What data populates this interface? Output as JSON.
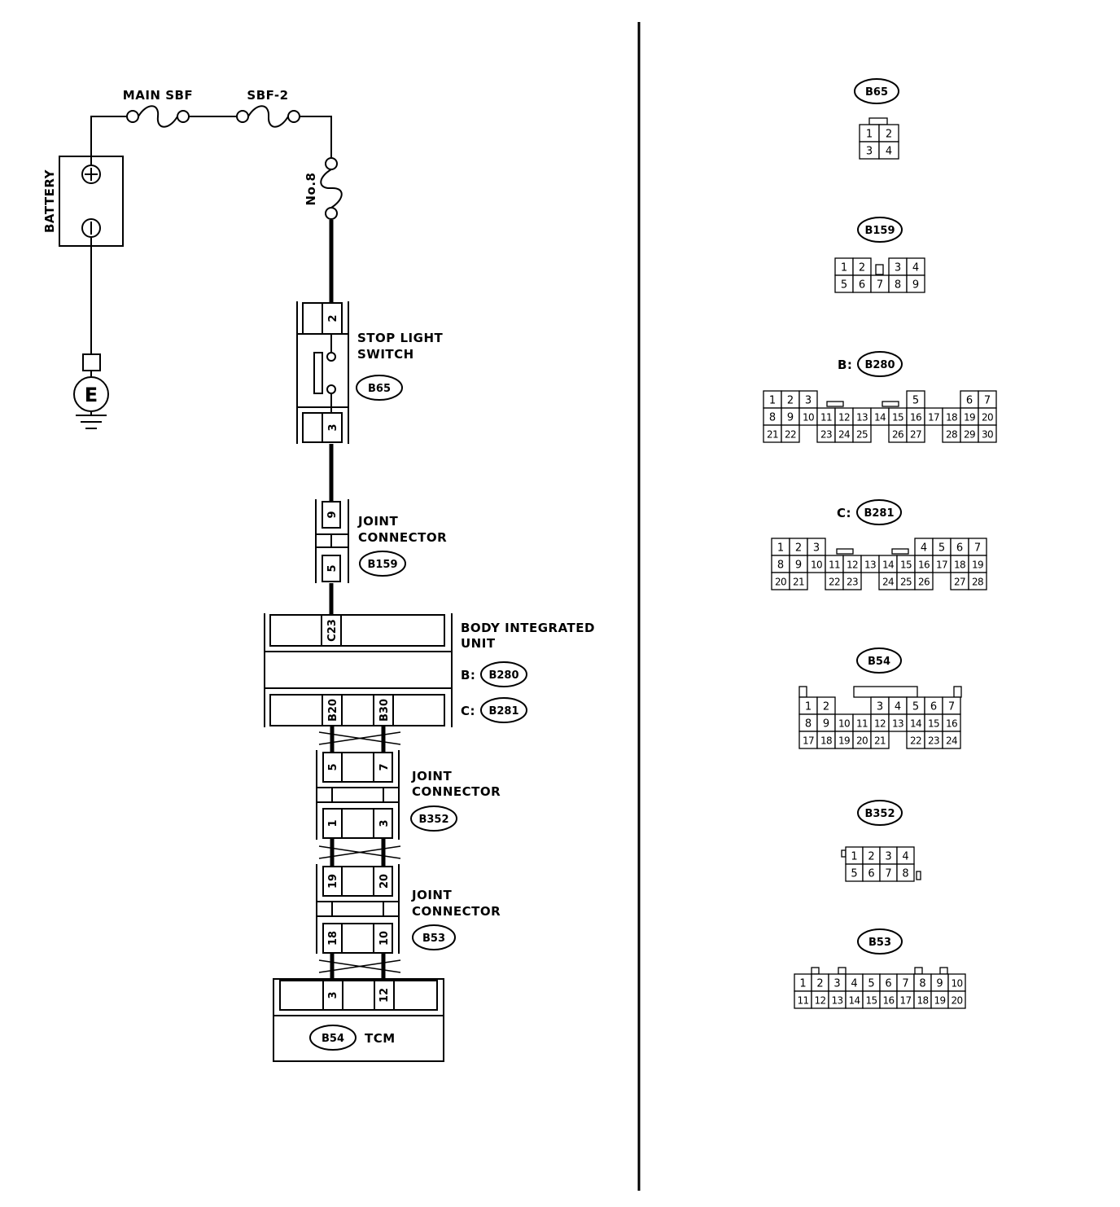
{
  "battery": {
    "label": "BATTERY",
    "plus": "⊕",
    "minus": "⊖"
  },
  "ground": {
    "label": "E"
  },
  "fuses": {
    "main": "MAIN SBF",
    "sbf2": "SBF-2",
    "no8": "No.8"
  },
  "stop_switch": {
    "line1": "STOP LIGHT",
    "line2": "SWITCH",
    "conn": "B65",
    "pin_top": "2",
    "pin_bottom": "3"
  },
  "joint1": {
    "line1": "JOINT",
    "line2": "CONNECTOR",
    "conn": "B159",
    "pin_top": "9",
    "pin_bottom": "5"
  },
  "biu": {
    "line1": "BODY INTEGRATED",
    "line2": "UNIT",
    "b_prefix": "B:",
    "b_conn": "B280",
    "c_prefix": "C:",
    "c_conn": "B281",
    "pin_c23": "C23",
    "pin_b20": "B20",
    "pin_b30": "B30"
  },
  "joint2": {
    "line1": "JOINT",
    "line2": "CONNECTOR",
    "conn": "B352",
    "pin_tl": "5",
    "pin_tr": "7",
    "pin_bl": "1",
    "pin_br": "3"
  },
  "joint3": {
    "line1": "JOINT",
    "line2": "CONNECTOR",
    "conn": "B53",
    "pin_tl": "19",
    "pin_tr": "20",
    "pin_bl": "18",
    "pin_br": "10"
  },
  "tcm": {
    "conn": "B54",
    "label": "TCM",
    "pin_l": "3",
    "pin_r": "12"
  },
  "connector_views": {
    "b65": {
      "prefix": "",
      "name": "B65",
      "rows": [
        [
          "1",
          "2"
        ],
        [
          "3",
          "4"
        ]
      ]
    },
    "b159": {
      "prefix": "",
      "name": "B159",
      "rows": [
        [
          "1",
          "2",
          "",
          "3",
          "4"
        ],
        [
          "5",
          "6",
          "7",
          "8",
          "9"
        ]
      ]
    },
    "b280": {
      "prefix": "B:",
      "name": "B280",
      "rows": [
        [
          "1",
          "2",
          "3",
          "",
          "",
          "",
          "",
          "",
          "5",
          "",
          "",
          "6",
          "7"
        ],
        [
          "8",
          "9",
          "10",
          "11",
          "12",
          "13",
          "14",
          "15",
          "16",
          "17",
          "18",
          "19",
          "20"
        ],
        [
          "21",
          "22",
          "",
          "23",
          "24",
          "25",
          "",
          "26",
          "27",
          "",
          "28",
          "29",
          "30"
        ]
      ]
    },
    "b281": {
      "prefix": "C:",
      "name": "B281",
      "rows": [
        [
          "1",
          "2",
          "3",
          "",
          "",
          "",
          "",
          "",
          "4",
          "5",
          "6",
          "7"
        ],
        [
          "8",
          "9",
          "10",
          "11",
          "12",
          "13",
          "14",
          "15",
          "16",
          "17",
          "18",
          "19"
        ],
        [
          "20",
          "21",
          "",
          "22",
          "23",
          "",
          "24",
          "25",
          "26",
          "",
          "27",
          "28"
        ]
      ]
    },
    "b54": {
      "prefix": "",
      "name": "B54",
      "rows": [
        [
          "1",
          "2",
          "",
          "",
          "3",
          "4",
          "5",
          "6",
          "7"
        ],
        [
          "8",
          "9",
          "10",
          "11",
          "12",
          "13",
          "14",
          "15",
          "16"
        ],
        [
          "17",
          "18",
          "19",
          "20",
          "21",
          "",
          "22",
          "23",
          "24"
        ]
      ]
    },
    "b352": {
      "prefix": "",
      "name": "B352",
      "rows": [
        [
          "1",
          "2",
          "3",
          "4"
        ],
        [
          "5",
          "6",
          "7",
          "8"
        ]
      ]
    },
    "b53": {
      "prefix": "",
      "name": "B53",
      "rows": [
        [
          "1",
          "2",
          "3",
          "4",
          "5",
          "6",
          "7",
          "8",
          "9",
          "10"
        ],
        [
          "11",
          "12",
          "13",
          "14",
          "15",
          "16",
          "17",
          "18",
          "19",
          "20"
        ]
      ]
    }
  }
}
